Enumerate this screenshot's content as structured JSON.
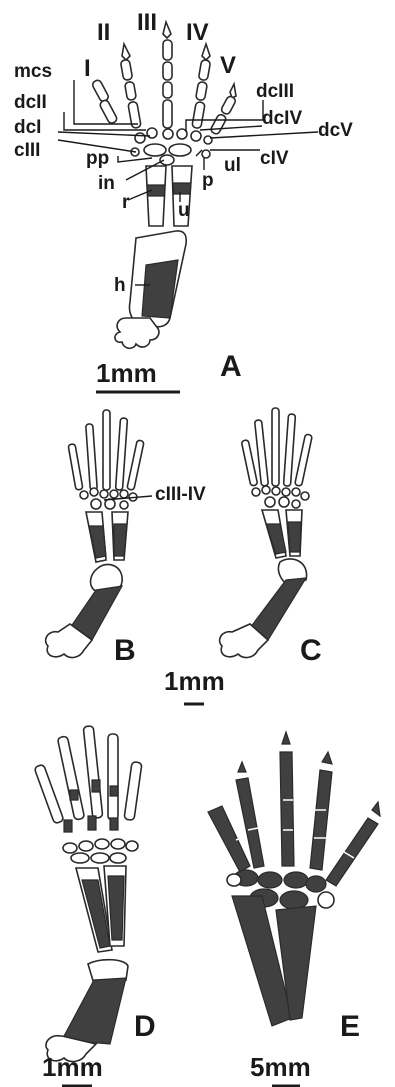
{
  "panels": [
    "A",
    "B",
    "C",
    "D",
    "E"
  ],
  "digit_labels": [
    "I",
    "II",
    "III",
    "IV",
    "V"
  ],
  "bone_labels": {
    "mcs": "mcs",
    "dcII": "dcII",
    "dcI": "dcI",
    "cIII": "cIII",
    "pp": "pp",
    "in": "in",
    "r": "r",
    "dcIII": "dcIII",
    "dcIV": "dcIV",
    "dcV": "dcV",
    "ul": "ul",
    "cIV": "cIV",
    "p": "p",
    "u": "u",
    "h": "h",
    "cIII_IV": "cIII-IV"
  },
  "scale_bars": {
    "a": "1mm",
    "bc": "1mm",
    "d": "1mm",
    "e": "5mm"
  },
  "colors": {
    "bone_fill": "#ffffff",
    "ossified": "#404040",
    "outline": "#2a2a2a"
  }
}
